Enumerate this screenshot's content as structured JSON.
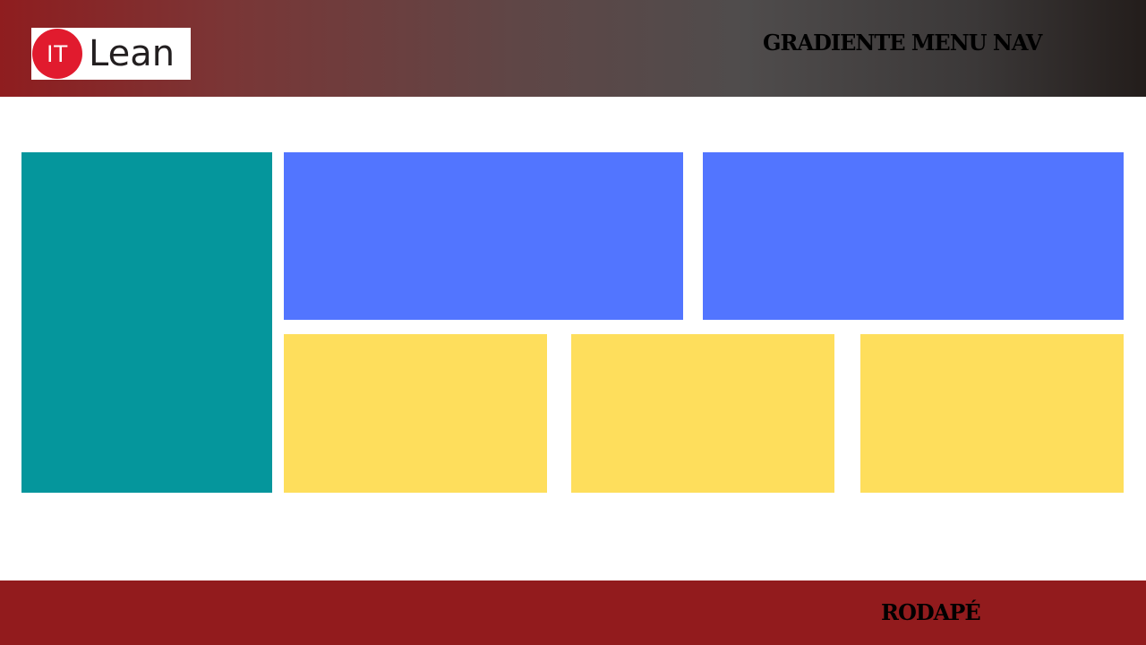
{
  "header": {
    "logo": {
      "badge_text": "IT",
      "wordmark": "Lean"
    },
    "title": "GRADIENTE MENU NAV",
    "gradient_start": "#8f1d1f",
    "gradient_end": "#231d1b"
  },
  "main": {
    "colors": {
      "sidebar": "#05969c",
      "top_row": "#5275ff",
      "bottom_row": "#fede5c"
    }
  },
  "footer": {
    "text": "RODAPÉ",
    "background": "#921b1d"
  }
}
